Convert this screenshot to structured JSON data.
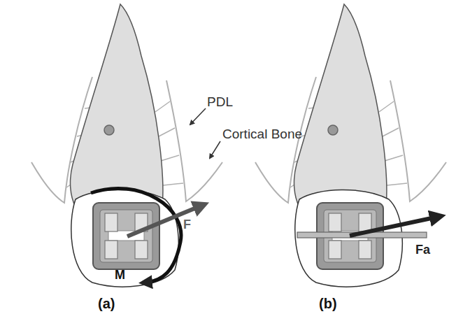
{
  "diagram": {
    "labels": [
      "PDL",
      "Cortical Bone",
      "F",
      "M",
      "Fa",
      "(a)",
      "(b)"
    ]
  }
}
